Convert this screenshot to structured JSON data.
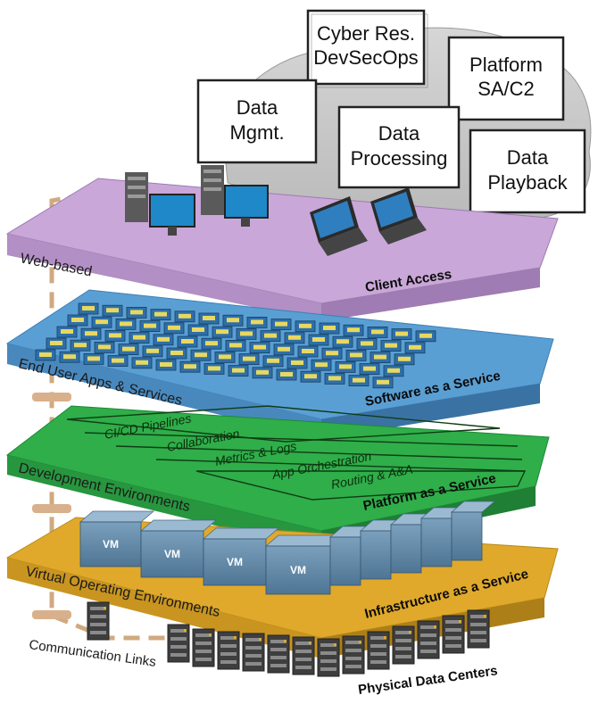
{
  "capability_boxes": [
    {
      "id": "cyber",
      "lines": [
        "Cyber Res.",
        "DevSecOps"
      ]
    },
    {
      "id": "platform",
      "lines": [
        "Platform",
        "SA/C2"
      ]
    },
    {
      "id": "data-mgmt",
      "lines": [
        "Data",
        "Mgmt."
      ]
    },
    {
      "id": "data-processing",
      "lines": [
        "Data",
        "Processing"
      ]
    },
    {
      "id": "data-playback",
      "lines": [
        "Data",
        "Playback"
      ]
    }
  ],
  "layers": {
    "client": {
      "left_label": "Web-based",
      "right_label": "Client Access",
      "color": "#c9a7d8"
    },
    "saas": {
      "left_label": "End User Apps & Services",
      "right_label": "Software as a Service",
      "color": "#5a9fd4"
    },
    "paas": {
      "left_label": "Development Environments",
      "right_label": "Platform as a Service",
      "color": "#2fae4a",
      "bands": [
        "CI/CD Pipelines",
        "Collaboration",
        "Metrics & Logs",
        "App Orchestration",
        "Routing & A&A"
      ]
    },
    "iaas": {
      "left_label": "Virtual Operating Environments",
      "right_label": "Infrastructure as a Service",
      "color": "#e0a92b",
      "vm_label": "VM"
    }
  },
  "footer": {
    "communication_links": "Communication Links",
    "physical_data_centers": "Physical Data Centers"
  },
  "icons": [
    "server-icon",
    "monitor-icon",
    "laptop-icon",
    "app-tile-icon",
    "datacenter-rack-icon"
  ]
}
